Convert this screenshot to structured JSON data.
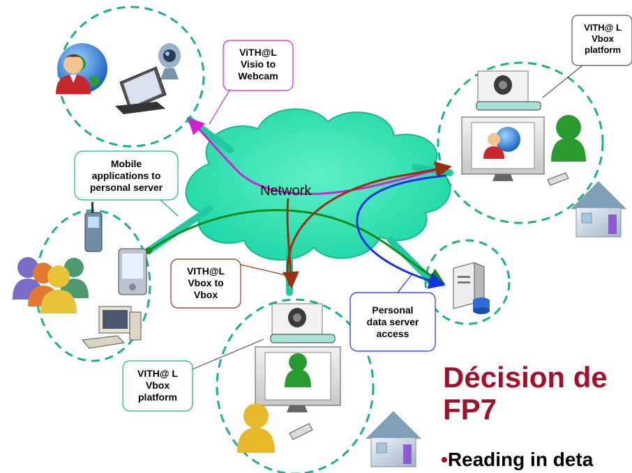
{
  "network": {
    "label": "Network"
  },
  "callouts": {
    "visio_webcam": "ViTH@L\nVisio to\nWebcam",
    "vbox_platform_top": "VITH@ L\nVbox\nplatform",
    "mobile_apps": "Mobile\napplications to\npersonal server",
    "vbox_to_vbox": "VITH@L\nVbox to\nVbox",
    "personal_data": "Personal\ndata server\naccess",
    "vbox_platform_bottom": "VITH@ L\nVbox\nplatform"
  },
  "slide": {
    "title_line1": "Décision de",
    "title_line2": "FP7",
    "bullet_dot": "•",
    "bullet_text": "Reading in deta"
  },
  "colors": {
    "cloud": "#1fd6a6",
    "circle_dash": "#1aaf8e",
    "arrow_magenta": "#d21fd2",
    "arrow_green": "#138a13",
    "arrow_brown": "#9a2f0e",
    "arrow_blue": "#1533e0",
    "title_red": "#a3102a"
  },
  "icons": [
    "user-globe-icon",
    "webcam-icon",
    "laptop-icon",
    "user-group-icon",
    "mobile-phone-icon",
    "pda-icon",
    "desktop-computer-icon",
    "videoconference-camera-icon",
    "tv-screen-icon",
    "remote-control-icon",
    "user-green-icon",
    "user-yellow-icon",
    "house-icon",
    "server-icon"
  ]
}
